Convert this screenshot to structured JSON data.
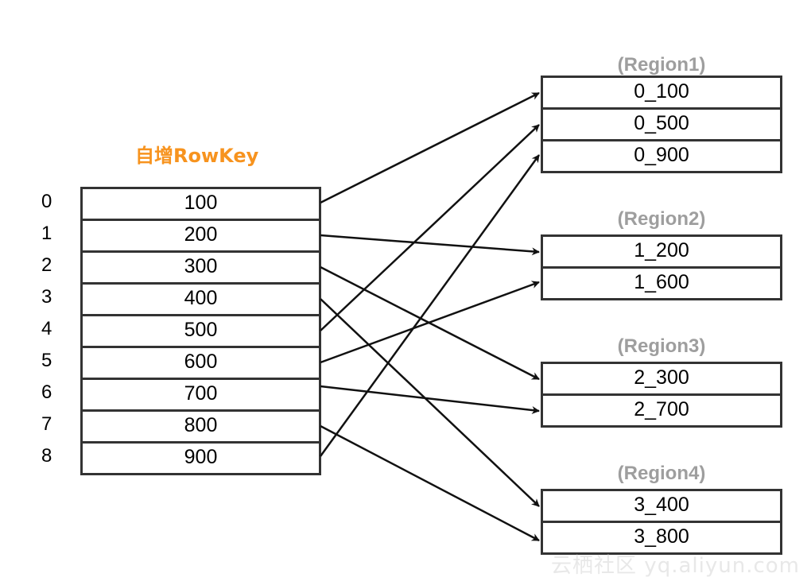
{
  "title": "自增RowKey",
  "indices": [
    "0",
    "1",
    "2",
    "3",
    "4",
    "5",
    "6",
    "7",
    "8"
  ],
  "rowkeys": [
    "100",
    "200",
    "300",
    "400",
    "500",
    "600",
    "700",
    "800",
    "900"
  ],
  "regions": [
    {
      "label": "(Region1)",
      "cells": [
        "0_100",
        "0_500",
        "0_900"
      ]
    },
    {
      "label": "(Region2)",
      "cells": [
        "1_200",
        "1_600"
      ]
    },
    {
      "label": "(Region3)",
      "cells": [
        "2_300",
        "2_700"
      ]
    },
    {
      "label": "(Region4)",
      "cells": [
        "3_400",
        "3_800"
      ]
    }
  ],
  "watermark": "云栖社区 yq.aliyun.com"
}
